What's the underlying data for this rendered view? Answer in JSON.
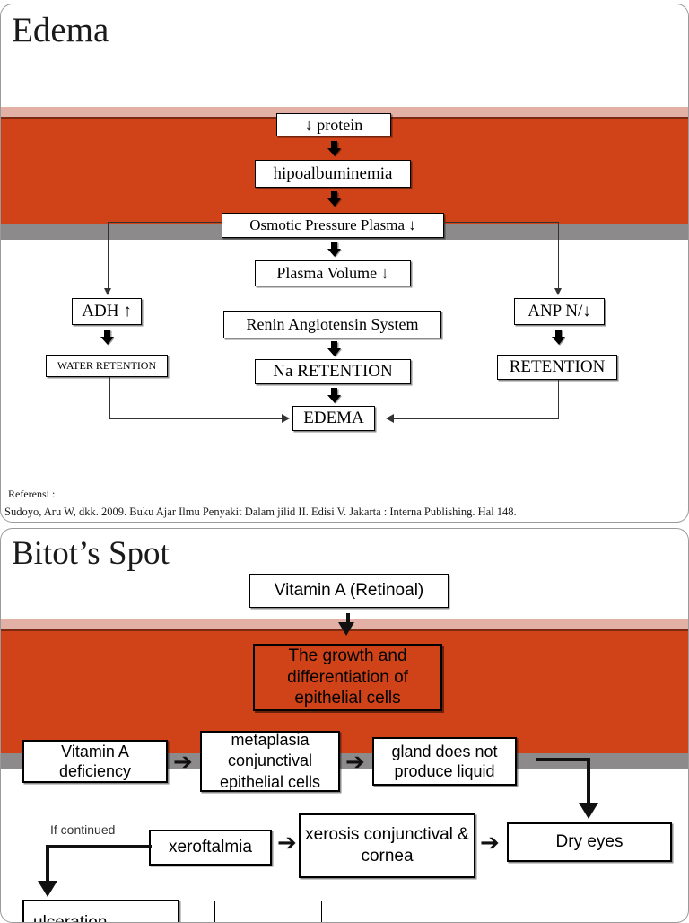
{
  "document": {
    "type": "presentation-slides",
    "slide_count": 2
  },
  "theme": {
    "band_pink": "#e3b0a6",
    "band_orange": "#d04217",
    "band_orange_top_edge": "#7d2a12",
    "band_grey": "#8c8a8a",
    "box_border": "#000000",
    "box_fill": "#ffffff",
    "connector": "#333333"
  },
  "slide1": {
    "title": "Edema",
    "boxes": {
      "protein": "↓ protein",
      "hipoalbuminemia": "hipoalbuminemia",
      "osmotic": "Osmotic Pressure Plasma ↓",
      "plasma_volume": "Plasma Volume ↓",
      "adh": "ADH ↑",
      "water_retention": "WATER RETENTION",
      "renin": "Renin Angiotensin System",
      "na_retention": "Na RETENTION",
      "anp": "ANP N/↓",
      "retention": "RETENTION",
      "edema": "EDEMA"
    },
    "reference_label": "Referensi :",
    "reference_text": "Sudoyo, Aru W, dkk. 2009. Buku Ajar Ilmu Penyakit Dalam jilid II. Edisi V. Jakarta : Interna Publishing. Hal 148."
  },
  "slide2": {
    "title": "Bitot’s Spot",
    "boxes": {
      "vitamin_a": "Vitamin A (Retinoal)",
      "growth": "The growth and differentiation of epithelial cells",
      "deficiency": "Vitamin A deficiency",
      "metaplasia": "metaplasia conjunctival epithelial  cells",
      "gland": "gland does not produce liquid",
      "dry_eyes": "Dry eyes",
      "xerosis": "xerosis conjunctival & cornea",
      "xeroftalmia": "xeroftalmia",
      "ulceration": "ulceration,"
    },
    "labels": {
      "if_continued": "If continued"
    }
  }
}
